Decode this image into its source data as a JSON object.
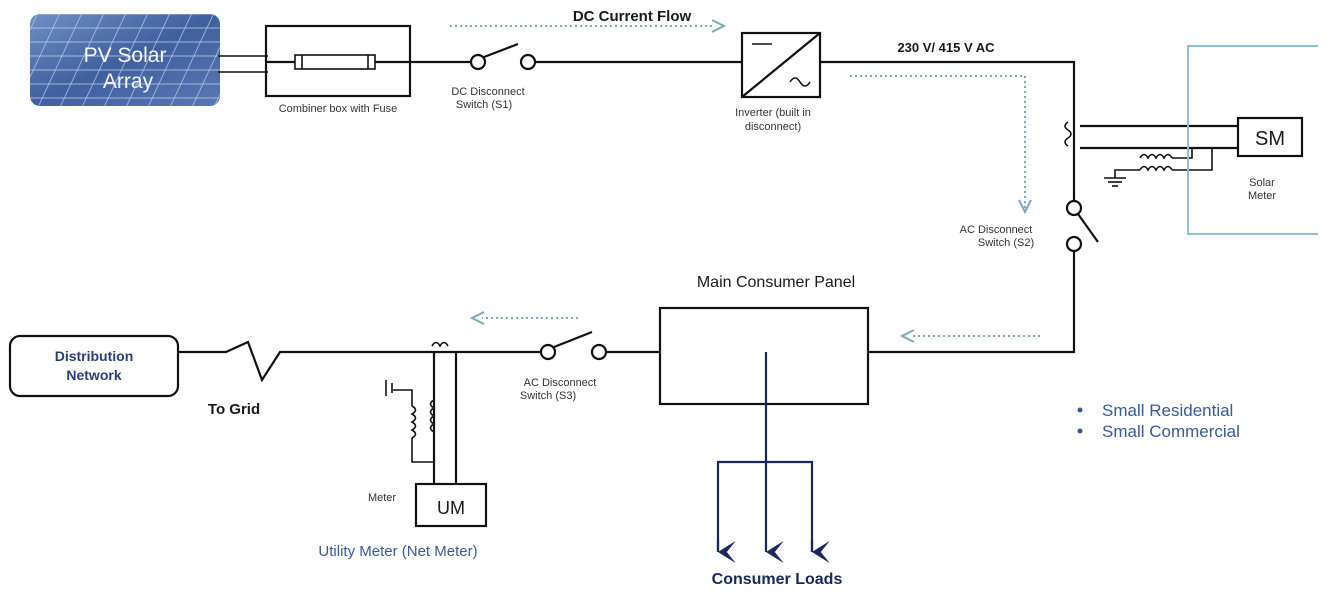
{
  "pv_array": {
    "line1": "PV Solar",
    "line2": "Array"
  },
  "combiner_box": {
    "label": "Combiner box with Fuse"
  },
  "dc_disconnect": {
    "line1": "DC Disconnect",
    "line2": "Switch (S1)"
  },
  "dc_flow": {
    "label": "DC Current Flow"
  },
  "inverter": {
    "line1": "Inverter (built in",
    "line2": "disconnect)"
  },
  "ac_voltage": {
    "label": "230 V/ 415 V AC"
  },
  "solar_meter": {
    "code": "SM",
    "line1": "Solar",
    "line2": "Meter"
  },
  "ac_disconnect_s2": {
    "line1": "AC Disconnect",
    "line2": "Switch (S2)"
  },
  "main_panel": {
    "label": "Main Consumer Panel"
  },
  "distribution_network": {
    "line1": "Distribution",
    "line2": "Network"
  },
  "to_grid": {
    "label": "To Grid"
  },
  "ac_disconnect_s3": {
    "line1": "AC Disconnect",
    "line2": "Switch (S3)"
  },
  "utility_meter": {
    "code": "UM",
    "side_label": "Meter",
    "caption": "Utility Meter (Net Meter)"
  },
  "consumer_loads": {
    "label": "Consumer Loads"
  },
  "applications": [
    "Small Residential",
    "Small Commercial"
  ],
  "colors": {
    "panel_blue": "#4a6aa8",
    "load_arrow": "#17285a",
    "flow_dots": "#7fa9b8"
  }
}
